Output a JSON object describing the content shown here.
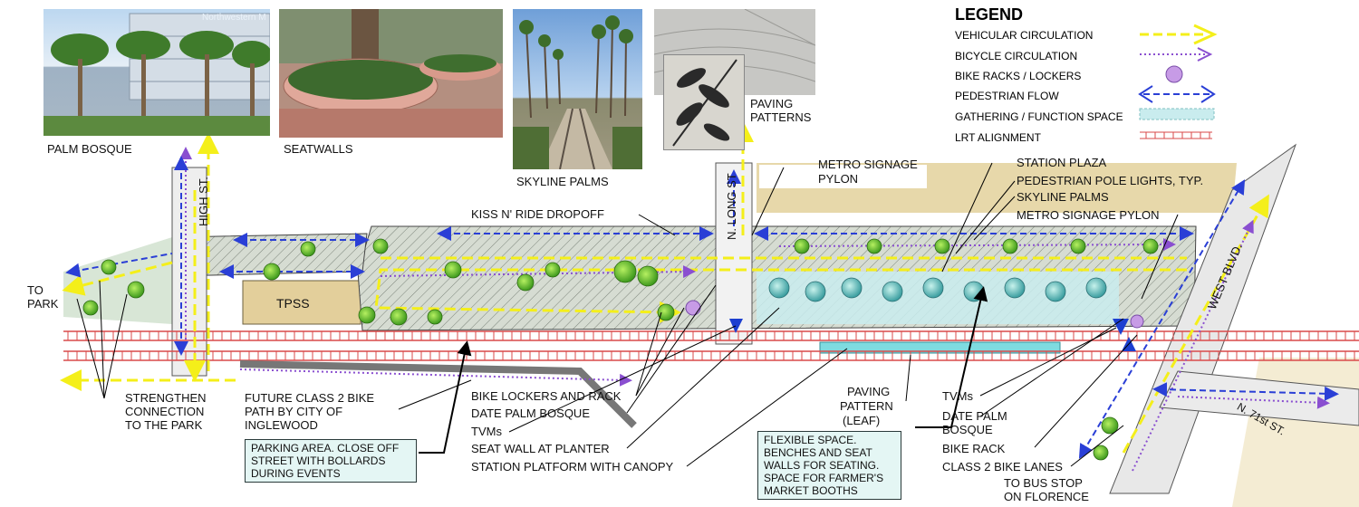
{
  "photos": {
    "palm_bosque": "PALM BOSQUE",
    "seatwalls": "SEATWALLS",
    "skyline_palms": "SKYLINE PALMS",
    "paving_patterns_1": "PAVING",
    "paving_patterns_2": "PATTERNS",
    "building_sign": "Northwestern M"
  },
  "legend": {
    "title": "LEGEND",
    "items": [
      {
        "label": "VEHICULAR CIRCULATION",
        "symbol": "vehicular-arrow-icon",
        "color": "#f2ee1c"
      },
      {
        "label": "BICYCLE CIRCULATION",
        "symbol": "bicycle-arrow-icon",
        "color": "#8a4fd0"
      },
      {
        "label": "BIKE RACKS / LOCKERS",
        "symbol": "bike-rack-circle-icon",
        "color": "#c79be6"
      },
      {
        "label": "PEDESTRIAN FLOW",
        "symbol": "pedestrian-double-arrow-icon",
        "color": "#2a3fd6"
      },
      {
        "label": "GATHERING / FUNCTION SPACE",
        "symbol": "gathering-space-swatch-icon",
        "color": "#c9ecee"
      },
      {
        "label": "LRT ALIGNMENT",
        "symbol": "lrt-track-icon",
        "color": "#e23c3c"
      }
    ]
  },
  "streets": {
    "high_st": "HIGH ST.",
    "n_long_st": "N. LONG ST",
    "west_blvd": "WEST BLVD.",
    "n_71st_st": "N. 71st ST."
  },
  "labels": {
    "to_park_1": "TO",
    "to_park_2": "PARK",
    "tpss": "TPSS",
    "kiss_ride": "KISS N' RIDE DROPOFF",
    "metro_pylon_1": "METRO SIGNAGE",
    "metro_pylon_2": "PYLON",
    "station_plaza": "STATION PLAZA",
    "pole_lights": "PEDESTRIAN POLE LIGHTS, TYP.",
    "skyline_palms": "SKYLINE PALMS",
    "metro_pylon_right": "METRO SIGNAGE PYLON",
    "strengthen_1": "STRENGTHEN",
    "strengthen_2": "CONNECTION",
    "strengthen_3": "TO THE PARK",
    "future_bike_1": "FUTURE CLASS 2 BIKE",
    "future_bike_2": "PATH BY CITY OF",
    "future_bike_3": "INGLEWOOD",
    "bike_lockers": "BIKE LOCKERS AND RACK",
    "date_palm": "DATE PALM BOSQUE",
    "tvms_left": "TVMs",
    "seat_wall": "SEAT WALL AT PLANTER",
    "station_platform": "STATION PLATFORM WITH CANOPY",
    "paving_leaf_1": "PAVING",
    "paving_leaf_2": "PATTERN",
    "paving_leaf_3": "(LEAF)",
    "tvms_right": "TVMs",
    "date_palm_r1": "DATE PALM",
    "date_palm_r2": "BOSQUE",
    "bike_rack": "BIKE RACK",
    "class2_lanes": "CLASS 2 BIKE LANES",
    "bus_stop_1": "TO BUS STOP",
    "bus_stop_2": "ON FLORENCE"
  },
  "notes": {
    "parking": "PARKING AREA. CLOSE OFF\nSTREET WITH BOLLARDS\nDURING EVENTS",
    "flexible": "FLEXIBLE SPACE.\nBENCHES AND SEAT\nWALLS FOR SEATING.\nSPACE FOR FARMER'S\nMARKET BOOTHS"
  }
}
